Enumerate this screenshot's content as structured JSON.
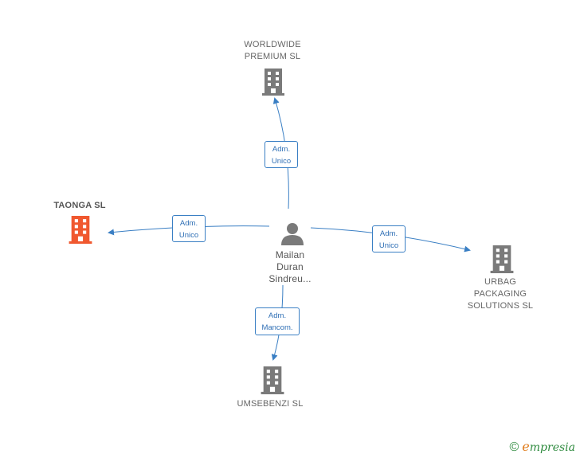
{
  "colors": {
    "edge": "#3a7fc4",
    "building": "#7a7a7a",
    "main_building": "#f0582f",
    "person": "#7a7a7a"
  },
  "nodes": {
    "worldwide": {
      "line1": "WORLDWIDE",
      "line2": "PREMIUM SL",
      "icon": "building-icon"
    },
    "taonga": {
      "line1": "TAONGA SL",
      "icon": "building-icon"
    },
    "urbag": {
      "line1": "URBAG",
      "line2": "PACKAGING",
      "line3": "SOLUTIONS SL",
      "icon": "building-icon"
    },
    "umsebenzi": {
      "line1": "UMSEBENZI SL",
      "icon": "building-icon"
    },
    "person": {
      "line1": "Mailan",
      "line2": "Duran",
      "line3": "Sindreu...",
      "icon": "person-icon"
    }
  },
  "edges": {
    "to_worldwide": {
      "line1": "Adm.",
      "line2": "Unico"
    },
    "to_taonga": {
      "line1": "Adm.",
      "line2": "Unico"
    },
    "to_urbag": {
      "line1": "Adm.",
      "line2": "Unico"
    },
    "to_umsebenzi": {
      "line1": "Adm.",
      "line2": "Mancom."
    }
  },
  "watermark": {
    "copyright": "©",
    "brand_first": "e",
    "brand_rest": "mpresia"
  }
}
